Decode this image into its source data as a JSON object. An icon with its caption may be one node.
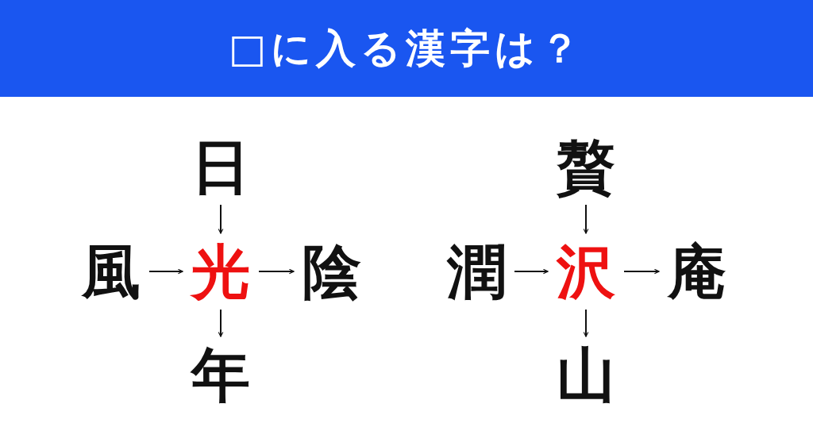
{
  "diagram": {
    "title": "□に入る漢字は？",
    "nodes": [
      {
        "text": [
          "日"
        ]
      },
      {
        "text": [
          "風"
        ]
      },
      {
        "text": [
          "光"
        ]
      },
      {
        "text": [
          "陰"
        ]
      },
      {
        "text": [
          "年"
        ]
      },
      {
        "text": [
          "贅"
        ]
      },
      {
        "text": [
          "潤"
        ]
      },
      {
        "text": [
          "沢"
        ]
      },
      {
        "text": [
          "庵"
        ]
      },
      {
        "text": [
          "山"
        ]
      }
    ],
    "edges": [
      {
        "from": 0,
        "to": 2,
        "arrow": "to"
      },
      {
        "from": 1,
        "to": 2,
        "arrow": "to"
      },
      {
        "from": 2,
        "to": 3,
        "arrow": "to"
      },
      {
        "from": 2,
        "to": 4,
        "arrow": "to"
      },
      {
        "from": 5,
        "to": 7,
        "arrow": "to"
      },
      {
        "from": 6,
        "to": 7,
        "arrow": "to"
      },
      {
        "from": 7,
        "to": 8,
        "arrow": "to"
      },
      {
        "from": 7,
        "to": 9,
        "arrow": "to"
      }
    ]
  }
}
